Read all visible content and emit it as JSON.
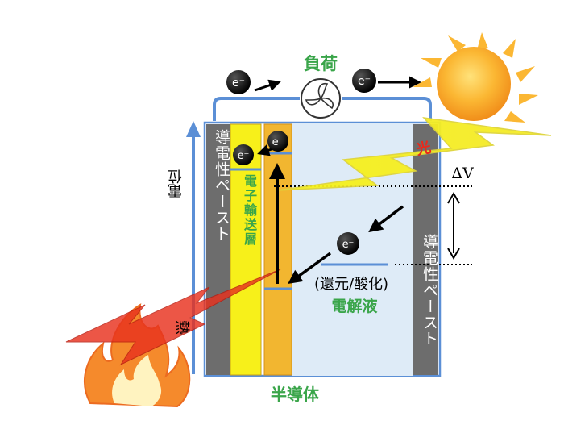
{
  "labels": {
    "load": "負荷",
    "light": "光",
    "potential": "電位",
    "heat": "熱",
    "semiconductor": "半導体",
    "electrolyte": "電解液",
    "redox": "(還元/酸化)",
    "conductive_paste_left": "導電性ペースト",
    "conductive_paste_right": "導電性ペースト",
    "electron_transport_layer": "電子輸送層",
    "delta_v": "ΔV",
    "electron": "e⁻"
  },
  "colors": {
    "blue_line": "#5b8fd6",
    "green_text": "#3aa54a",
    "gray_paste": "#6d6d6d",
    "yellow_layer": "#f7f01a",
    "orange_layer": "#f2b630",
    "electrolyte_fill": "#deebf7",
    "red_text": "#e8291c",
    "sun": "#f8a51c",
    "flame": "#f58a2c"
  }
}
